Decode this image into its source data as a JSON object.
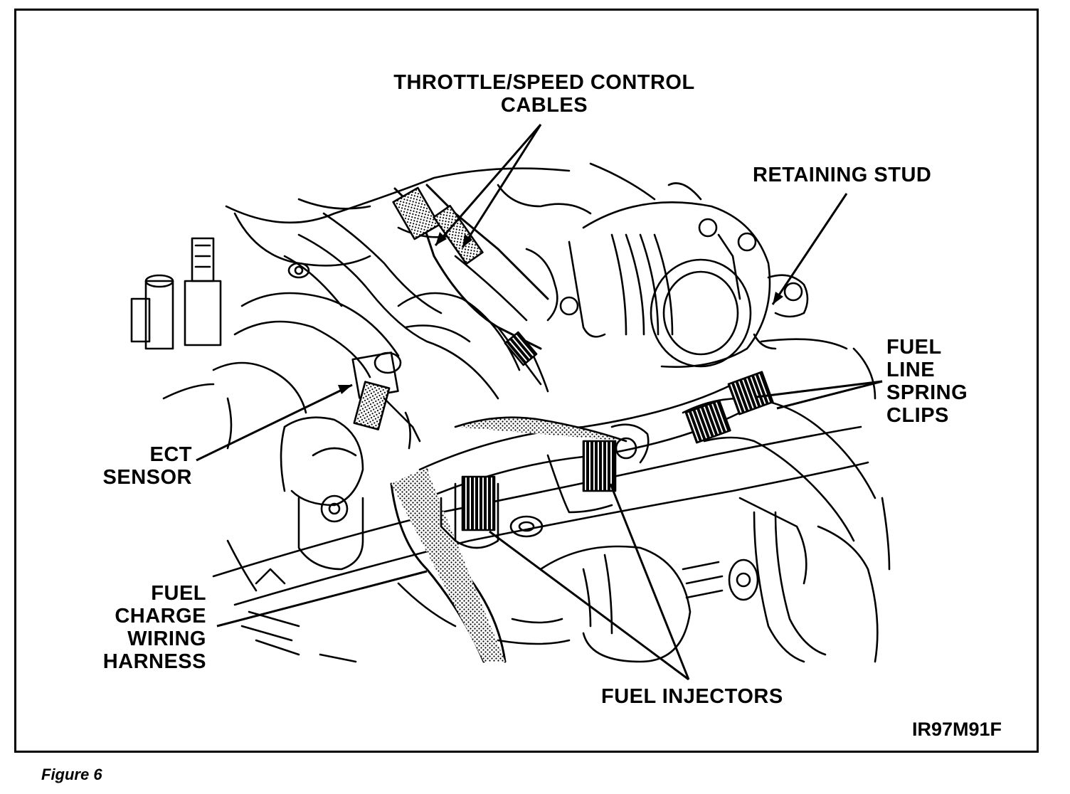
{
  "diagram": {
    "labels": {
      "throttle_cables": [
        "THROTTLE/SPEED CONTROL",
        "CABLES"
      ],
      "retaining_stud": "RETAINING STUD",
      "fuel_line_clips": [
        "FUEL",
        "LINE",
        "SPRING",
        "CLIPS"
      ],
      "ect_sensor": [
        "ECT",
        "SENSOR"
      ],
      "wiring_harness": [
        "FUEL",
        "CHARGE",
        "WIRING",
        "HARNESS"
      ],
      "fuel_injectors": "FUEL INJECTORS"
    },
    "figure_code": "IR97M91F",
    "caption": "Figure 6"
  }
}
